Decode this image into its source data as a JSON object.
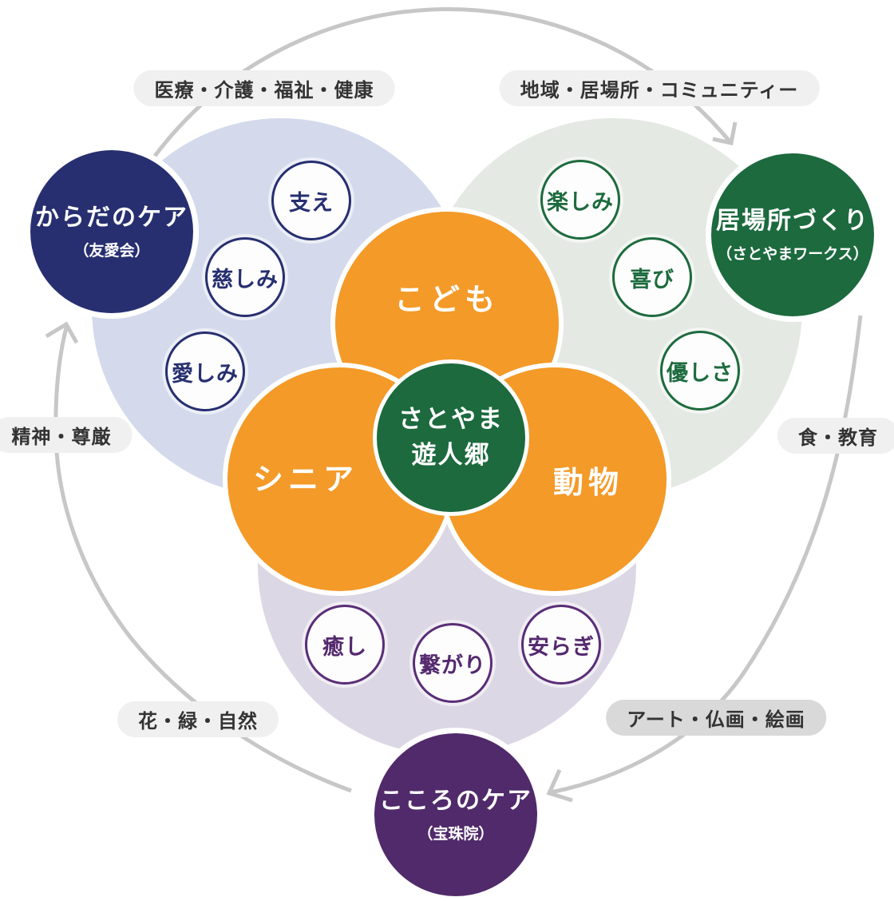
{
  "center_circle": {
    "line1": "さとやま",
    "line2": "遊人郷"
  },
  "theme_circles": {
    "top": "こども",
    "left": "シニア",
    "right": "動物"
  },
  "anchor_circles": {
    "body_care": {
      "title": "からだのケア",
      "subtitle": "（友愛会）"
    },
    "place_making": {
      "title": "居場所づくり",
      "subtitle": "（さとやまワークス）"
    },
    "heart_care": {
      "title": "こころのケア",
      "subtitle": "（宝珠院）"
    }
  },
  "value_circles": {
    "blue": [
      "支え",
      "慈しみ",
      "愛しみ"
    ],
    "green": [
      "楽しみ",
      "喜び",
      "優しさ"
    ],
    "purple": [
      "癒し",
      "繋がり",
      "安らぎ"
    ]
  },
  "outer_labels": {
    "top_left": "医療・介護・福祉・健康",
    "top_right": "地域・居場所・コミュニティー",
    "left": "精神・尊厳",
    "right": "食・教育",
    "bottom_left": "花・緑・自然",
    "bottom_right": "アート・仏画・絵画"
  },
  "colors": {
    "navy": "#272f70",
    "dark_green": "#1c6a3e",
    "dark_purple": "#502a6a",
    "orange": "#f49a28",
    "pale_blue": "#d4daec",
    "pale_green": "#e4e9e3",
    "pale_purple": "#dcd7e4",
    "value_purple": "#5a2d77",
    "pill_background": "#f0f0f0",
    "pill_background_alt": "#d9d9d9",
    "pill_text": "#333333",
    "arrow_gray": "#c7c7c7"
  }
}
